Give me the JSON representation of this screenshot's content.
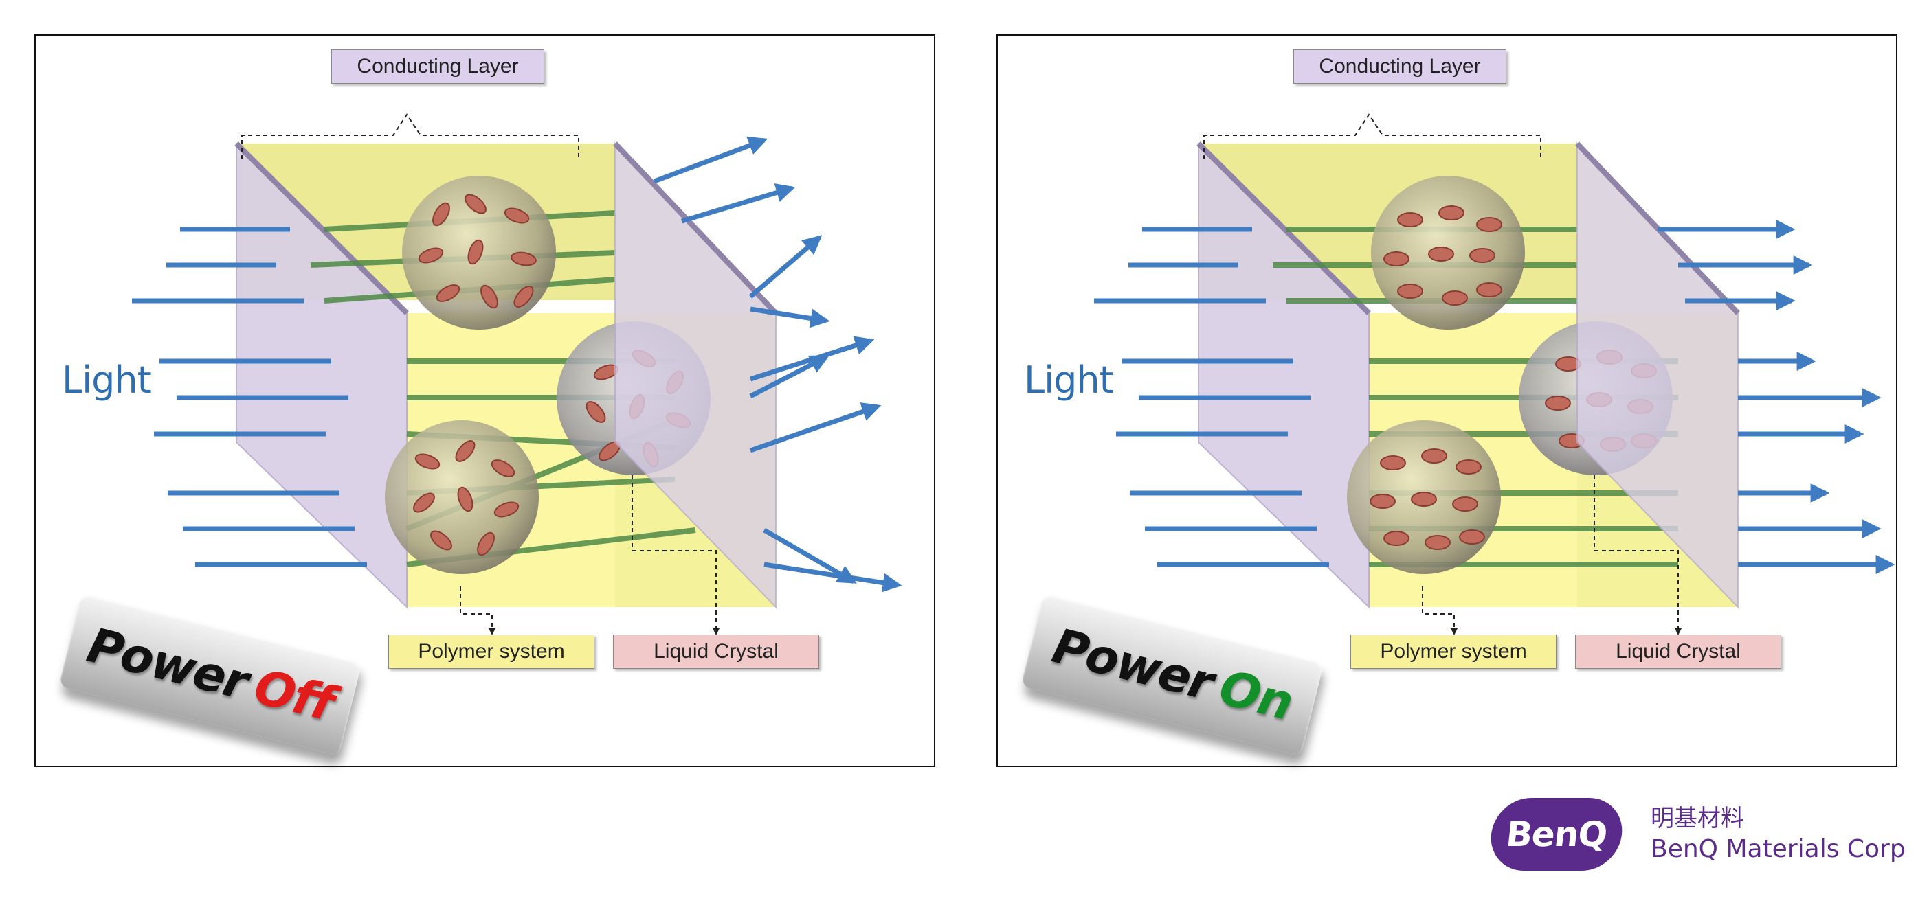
{
  "panels": [
    {
      "id": "off",
      "conducting_layer": "Conducting Layer",
      "light": "Light",
      "power_word": "Power",
      "power_state": "Off",
      "polymer": "Polymer system",
      "liquid_crystal": "Liquid Crystal"
    },
    {
      "id": "on",
      "conducting_layer": "Conducting Layer",
      "light": "Light",
      "power_word": "Power",
      "power_state": "On",
      "polymer": "Polymer system",
      "liquid_crystal": "Liquid Crystal"
    }
  ],
  "brand": {
    "logo": "BenQ",
    "name_cn": "明基材料",
    "name_en": "BenQ Materials Corp"
  },
  "colors": {
    "arrow": "#3f7cc2",
    "green_path": "#4f8a48",
    "back_plane": "#ece98f",
    "front_plane": "#fbf7a2",
    "glass_plate": "#d8cfe6",
    "lc_molecule": "#c06a5c",
    "off_state": "#e21b1b",
    "on_state": "#14902a",
    "brand_purple": "#5b2b8c"
  }
}
